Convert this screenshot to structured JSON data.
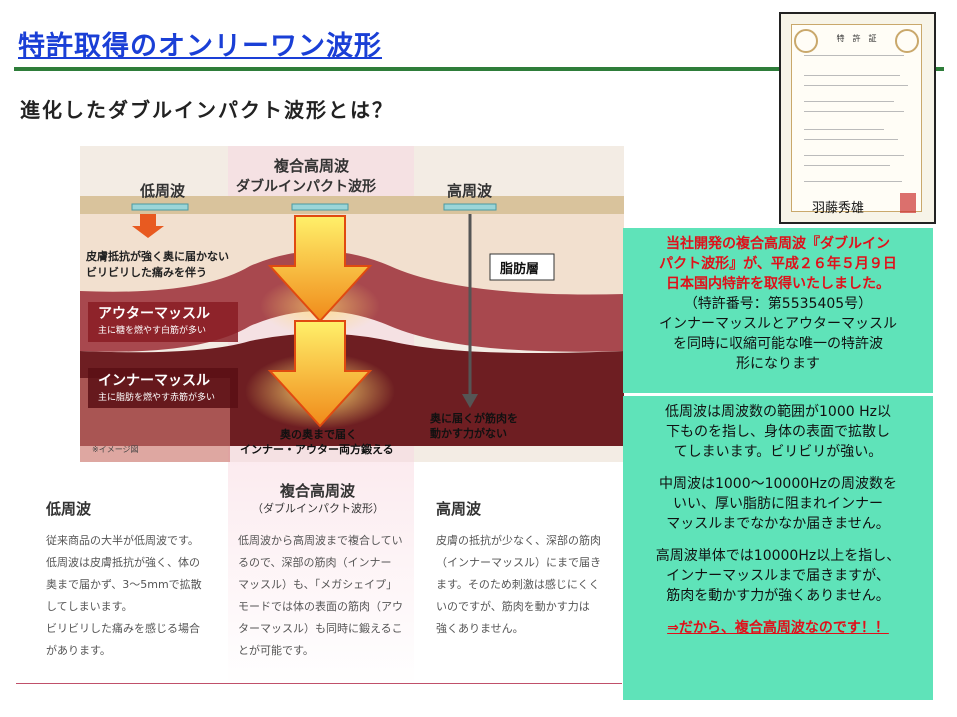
{
  "header": {
    "title": "特許取得のオンリーワン波形"
  },
  "certificate": {
    "heading": "特　許　証",
    "signature": "羽藤秀雄"
  },
  "panel": {
    "subtitle": "進化したダブルインパクト波形とは？"
  },
  "diagram": {
    "label_low": "低周波",
    "label_mid_1": "複合高周波",
    "label_mid_2": "ダブルインパクト波形",
    "label_high": "高周波",
    "skin_note_1": "皮膚抵抗が強く奥に届かない",
    "skin_note_2": "ビリビリした痛みを伴う",
    "fat_label": "脂肪層",
    "outer_label": "アウターマッスル",
    "outer_sub": "主に糖を燃やす白筋が多い",
    "inner_label": "インナーマッスル",
    "inner_sub": "主に脂肪を燃やす赤筋が多い",
    "high_note_1": "奥に届くが筋肉を",
    "high_note_2": "動かす力がない",
    "mid_note_1": "奥の奥まで届く",
    "mid_note_2": "インナー・アウター両方鍛える",
    "image_note": "※イメージ図"
  },
  "columns": {
    "low": {
      "head": "低周波",
      "lines": [
        "従来商品の大半が低周波です。",
        "低周波は皮膚抵抗が強く、体の",
        "奥まで届かず、3～5mmで拡散",
        "してしまいます。",
        "ビリビリした痛みを感じる場合",
        "があります。"
      ]
    },
    "mid": {
      "head": "複合高周波",
      "sub": "（ダブルインパクト波形）",
      "lines": [
        "低周波から高周波まで複合してい",
        "るので、深部の筋肉（インナー",
        "マッスル）も、「メガシェイプ」",
        "モードでは体の表面の筋肉（アウ",
        "ターマッスル）も同時に鍛えるこ",
        "とが可能です。"
      ]
    },
    "high": {
      "head": "高周波",
      "lines": [
        "皮膚の抵抗が少なく、深部の筋肉",
        "（インナーマッスル）にまで届き",
        "ます。そのため刺激は感じにくく",
        "いのですが、筋肉を動かす力は",
        "強くありません。"
      ]
    }
  },
  "box1": {
    "red_1": "当社開発の複合高周波『ダブルイン",
    "red_2": "パクト波形』が、平成２６年５月９日",
    "red_3": "日本国内特許を取得いたしました。",
    "patent": "（特許番号：第5535405号）",
    "body_1": "インナーマッスルとアウターマッスル",
    "body_2": "を同時に収縮可能な唯一の特許波",
    "body_3": "形になります"
  },
  "box2": {
    "p1_1": "低周波は周波数の範囲が1000 Hz以",
    "p1_2": "下ものを指し、身体の表面で拡散し",
    "p1_3": "てしまいます。ビリビリが強い。",
    "p2_1": "中周波は1000～10000Hzの周波数を",
    "p2_2": "いい、厚い脂肪に阻まれインナー",
    "p2_3": "マッスルまでなかなか届きません。",
    "p3_1": "高周波単体では10000Hz以上を指し、",
    "p3_2": "インナーマッスルまで届きますが、",
    "p3_3": "筋肉を動かす力が強くありません。",
    "conclusion": "⇒だから、複合高周波なのです！！"
  }
}
